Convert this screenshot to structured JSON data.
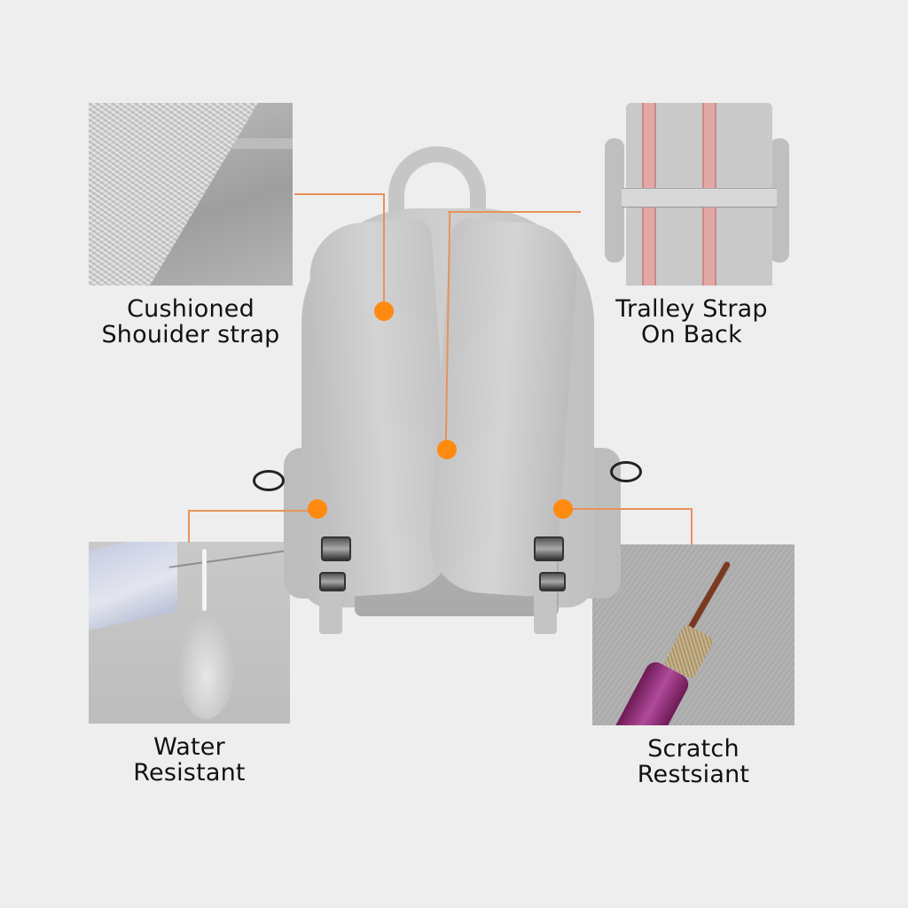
{
  "background_color": "#eeeeee",
  "accent_color": "#ff8a10",
  "connector_color": "#e8925a",
  "features": [
    {
      "id": "cushioned",
      "label_line1": "Cushioned",
      "label_line2": "Shouider strap",
      "image": "quilted-fabric-texture"
    },
    {
      "id": "trolley",
      "label_line1": "Tralley Strap",
      "label_line2": "On Back",
      "image": "backpack-back-trolley-sleeve-with-pink-stripes"
    },
    {
      "id": "water",
      "label_line1": "Water",
      "label_line2": "Resistant",
      "image": "water-pouring-on-fabric"
    },
    {
      "id": "scratch",
      "label_line1": "Scratch",
      "label_line2": "Restsiant",
      "image": "tool-scratching-fabric"
    }
  ],
  "product": {
    "image": "grey-backpack-rear-view",
    "color": "#c4c4c4"
  }
}
